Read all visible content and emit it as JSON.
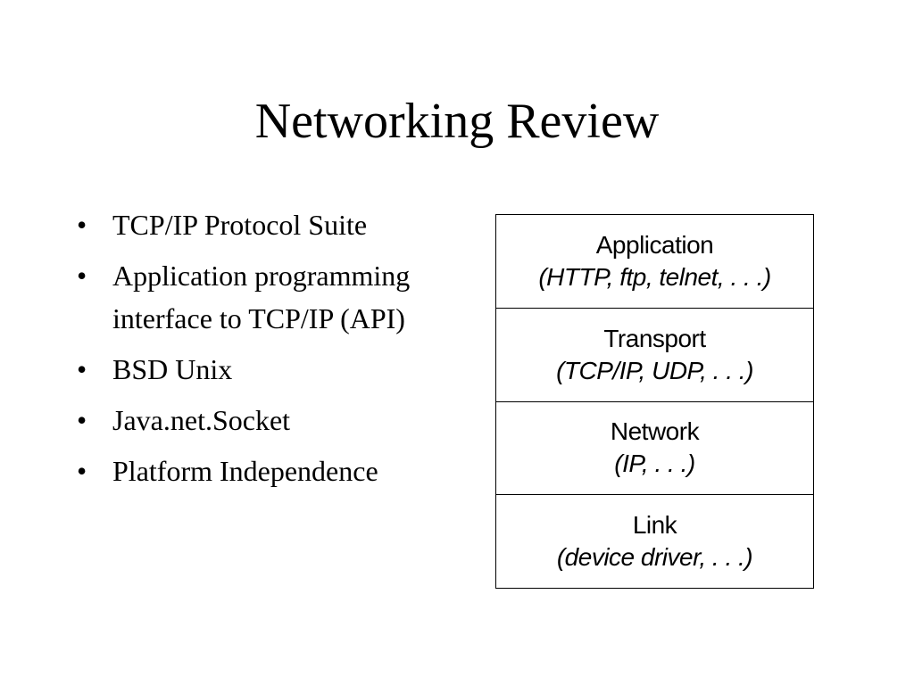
{
  "slide": {
    "title": "Networking Review",
    "bullets": [
      "TCP/IP Protocol Suite",
      "Application programming interface to TCP/IP (API)",
      "BSD Unix",
      "Java.net.Socket",
      "Platform Independence"
    ],
    "bullet_symbol": "•"
  },
  "protocol_stack": {
    "layers": [
      {
        "name": "Application",
        "examples": "(HTTP, ftp, telnet, . . .)"
      },
      {
        "name": "Transport",
        "examples": "(TCP/IP, UDP, . . .)"
      },
      {
        "name": "Network",
        "examples": "(IP, . . .)"
      },
      {
        "name": "Link",
        "examples": "(device driver, . . .)"
      }
    ]
  }
}
